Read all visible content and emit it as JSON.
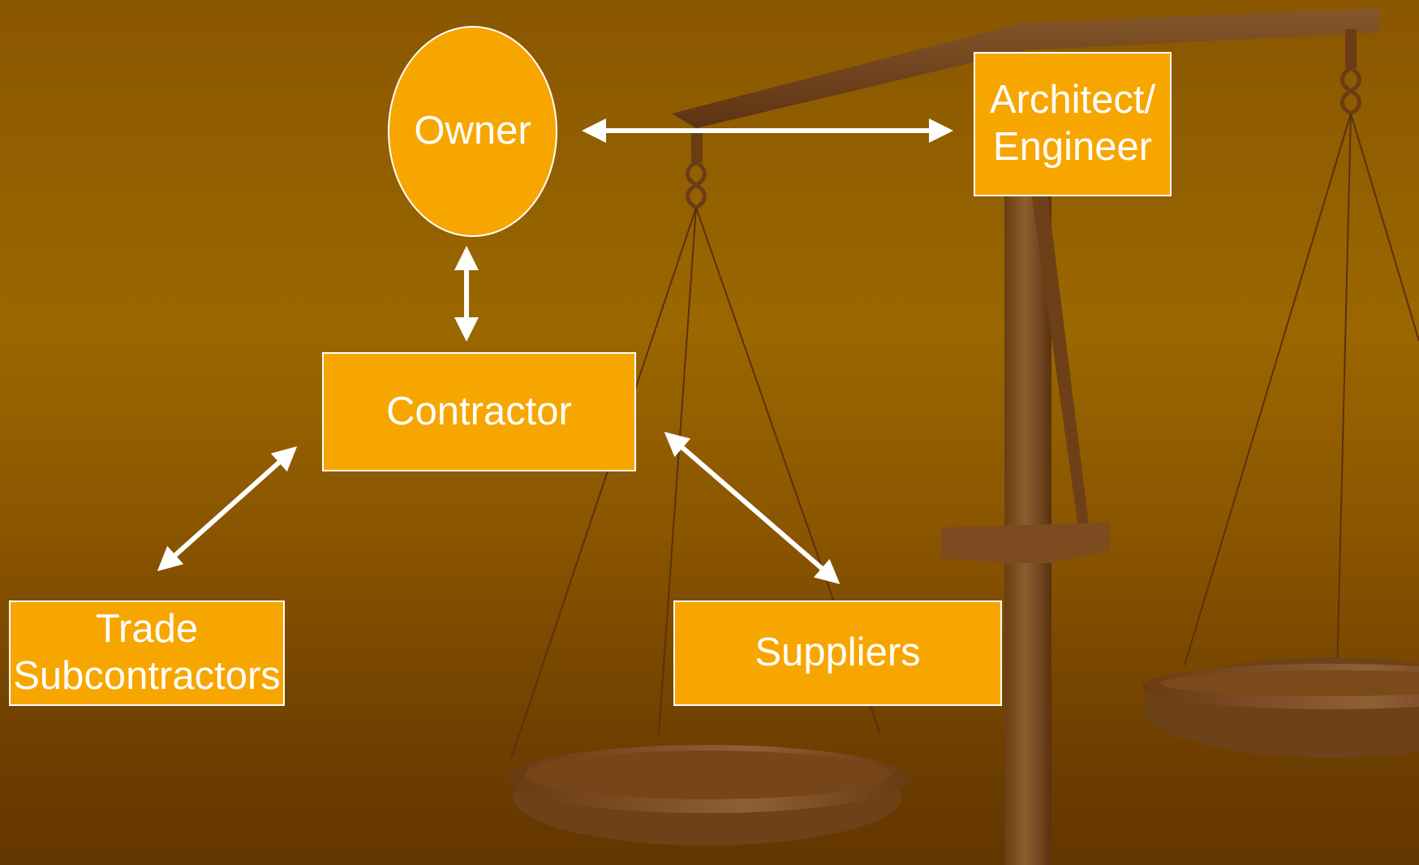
{
  "diagram": {
    "nodes": {
      "owner": {
        "label": "Owner"
      },
      "architect": {
        "line1": "Architect/",
        "line2": "Engineer"
      },
      "contractor": {
        "label": "Contractor"
      },
      "trade": {
        "line1": "Trade",
        "line2": "Subcontractors"
      },
      "suppliers": {
        "label": "Suppliers"
      }
    },
    "connections": [
      {
        "from": "owner",
        "to": "architect",
        "style": "double-arrow"
      },
      {
        "from": "owner",
        "to": "contractor",
        "style": "double-arrow"
      },
      {
        "from": "contractor",
        "to": "trade",
        "style": "double-arrow"
      },
      {
        "from": "contractor",
        "to": "suppliers",
        "style": "double-arrow"
      }
    ]
  },
  "colors": {
    "box_fill": "#f7a600",
    "border": "#ffffff",
    "background_top": "#8a5700",
    "background_bottom": "#643600",
    "scale_wood": "#7a4a1c"
  },
  "background_image": "balance-scale"
}
